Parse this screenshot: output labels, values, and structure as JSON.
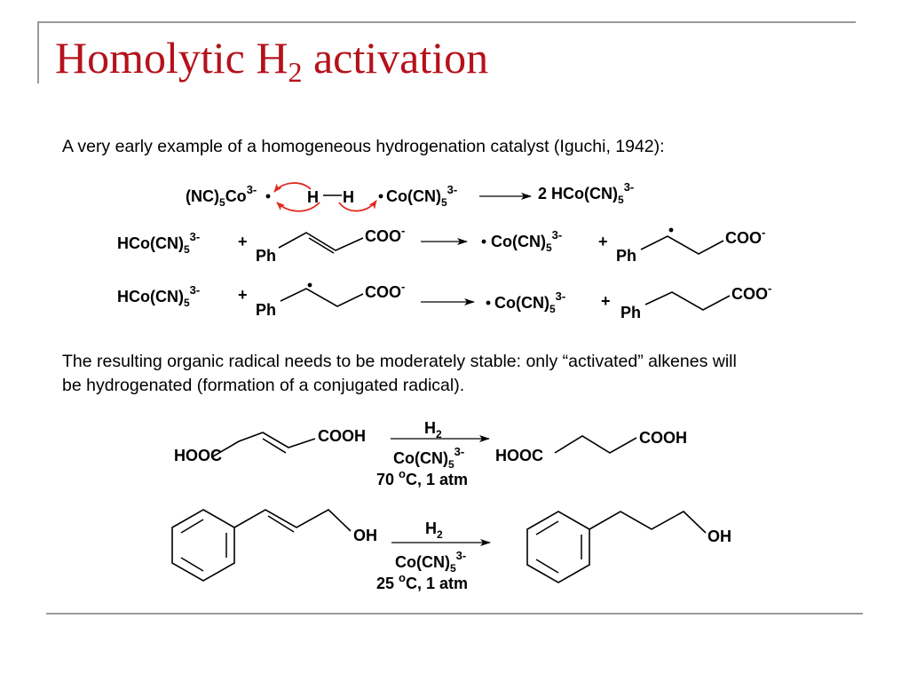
{
  "slide": {
    "title_main": "Homolytic H",
    "title_sub": "2",
    "title_tail": " activation",
    "intro": "A very early example of a homogeneous hydrogenation catalyst (Iguchi, 1942):",
    "note_line1": "The resulting organic radical needs to be moderately stable:  only “activated” alkenes will",
    "note_line2": "be hydrogenated (formation of a conjugated radical).",
    "accent_color": "#b5121b",
    "arrow_color": "#e0281e"
  },
  "rxn1": {
    "reactant_a": "(NC)",
    "reactant_a_sub": "5",
    "reactant_a_tail": "Co",
    "reactant_a_sup": "3-",
    "h_left": "H",
    "h_right": "H",
    "reactant_b": "Co(CN)",
    "reactant_b_sub": "5",
    "reactant_b_sup": "3-",
    "product": "2 HCo(CN)",
    "product_sub": "5",
    "product_sup": "3-"
  },
  "rxn2": {
    "hydride": "HCo(CN)",
    "hydride_sub": "5",
    "hydride_sup": "3-",
    "plus1": "+",
    "substrate_ph": "Ph",
    "substrate_group": "COO",
    "substrate_charge": "-",
    "metal": "Co(CN)",
    "metal_sub": "5",
    "metal_sup": "3-",
    "plus2": "+",
    "radical_ph": "Ph",
    "radical_group": "COO",
    "radical_charge": "-"
  },
  "rxn3": {
    "hydride": "HCo(CN)",
    "hydride_sub": "5",
    "hydride_sup": "3-",
    "plus1": "+",
    "radical_ph": "Ph",
    "radical_group": "COO",
    "radical_charge": "-",
    "metal": "Co(CN)",
    "metal_sub": "5",
    "metal_sup": "3-",
    "plus2": "+",
    "product_ph": "Ph",
    "product_group": "COO",
    "product_charge": "-"
  },
  "ex1": {
    "reactant_left": "HOOC",
    "reactant_right": "COOH",
    "reagent_top": "H",
    "reagent_top_sub": "2",
    "catalyst": "Co(CN)",
    "catalyst_sub": "5",
    "catalyst_sup": "3-",
    "conditions_temp": "70 ",
    "conditions_deg": "o",
    "conditions_tail": "C, 1 atm",
    "product_left": "HOOC",
    "product_right": "COOH"
  },
  "ex2": {
    "reactant_group": "OH",
    "reagent_top": "H",
    "reagent_top_sub": "2",
    "catalyst": "Co(CN)",
    "catalyst_sub": "5",
    "catalyst_sup": "3-",
    "conditions_temp": "25 ",
    "conditions_deg": "o",
    "conditions_tail": "C, 1 atm",
    "product_group": "OH"
  }
}
